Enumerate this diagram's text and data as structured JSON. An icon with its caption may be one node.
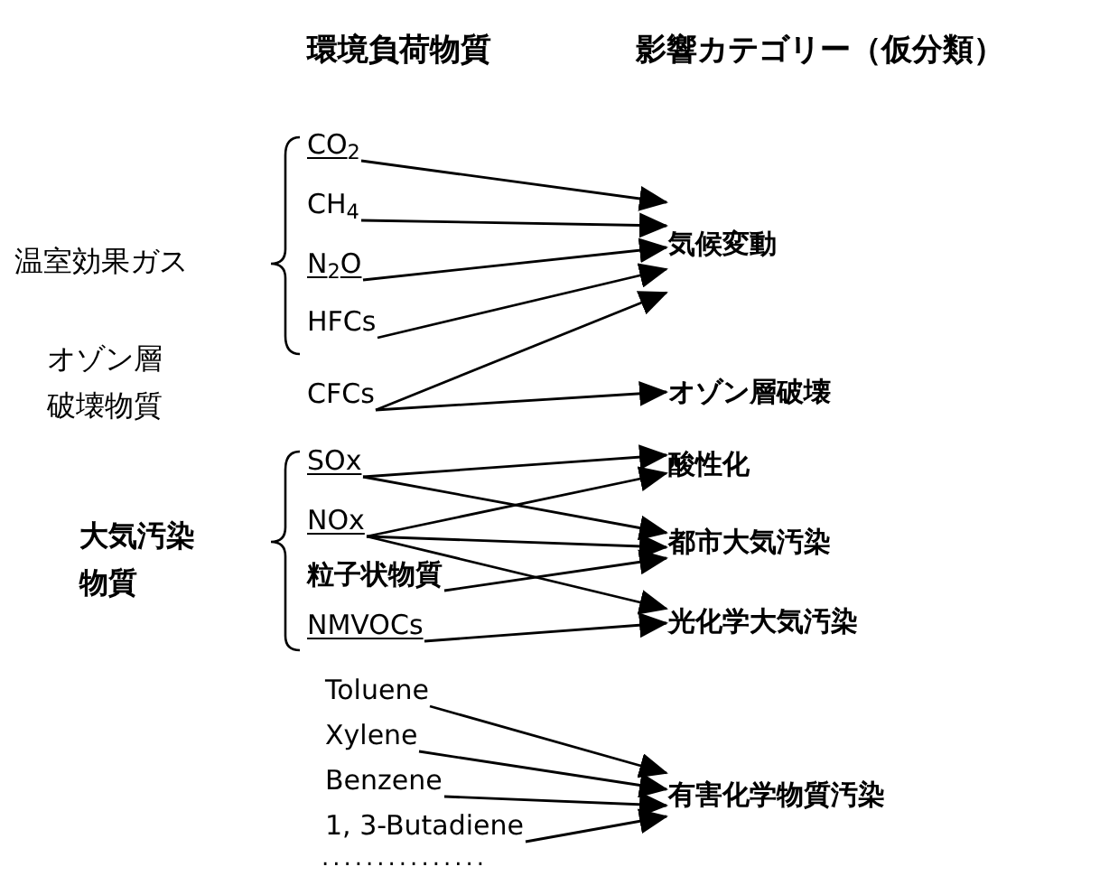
{
  "diagram": {
    "nodes": [
      {
        "text": [
          "CO$_{2}$"
        ]
      },
      {
        "text": [
          "CH$_{4}$"
        ]
      },
      {
        "text": [
          "N$_{2}$O"
        ]
      },
      {
        "text": [
          "HFCs"
        ]
      },
      {
        "text": [
          "CFCs"
        ]
      },
      {
        "text": [
          "SOx"
        ]
      },
      {
        "text": [
          "NOx"
        ]
      },
      {
        "text": [
          "粒子状物質"
        ]
      },
      {
        "text": [
          "NMVOCs"
        ]
      },
      {
        "text": [
          "Toluene"
        ]
      },
      {
        "text": [
          "Xylene"
        ]
      },
      {
        "text": [
          "Benzene"
        ]
      },
      {
        "text": [
          "1, 3-Butadiene"
        ]
      },
      {
        "text": [
          "気候変動"
        ]
      },
      {
        "text": [
          "オゾン層破壊"
        ]
      },
      {
        "text": [
          "酸性化"
        ]
      },
      {
        "text": [
          "都市大気汚染"
        ]
      },
      {
        "text": [
          "光化学大気汚染"
        ]
      },
      {
        "text": [
          "有害化学物質汚染"
        ]
      }
    ],
    "edges": [
      {
        "from": 0,
        "to": 13,
        "arrow": "to"
      },
      {
        "from": 1,
        "to": 13,
        "arrow": "to"
      },
      {
        "from": 2,
        "to": 13,
        "arrow": "to"
      },
      {
        "from": 3,
        "to": 13,
        "arrow": "to"
      },
      {
        "from": 4,
        "to": 13,
        "arrow": "to"
      },
      {
        "from": 4,
        "to": 14,
        "arrow": "to"
      },
      {
        "from": 5,
        "to": 15,
        "arrow": "to"
      },
      {
        "from": 5,
        "to": 16,
        "arrow": "to"
      },
      {
        "from": 6,
        "to": 15,
        "arrow": "to"
      },
      {
        "from": 6,
        "to": 16,
        "arrow": "to"
      },
      {
        "from": 6,
        "to": 17,
        "arrow": "to"
      },
      {
        "from": 7,
        "to": 16,
        "arrow": "to"
      },
      {
        "from": 8,
        "to": 17,
        "arrow": "to"
      },
      {
        "from": 9,
        "to": 18,
        "arrow": "to"
      },
      {
        "from": 10,
        "to": 18,
        "arrow": "to"
      },
      {
        "from": 11,
        "to": 18,
        "arrow": "to"
      },
      {
        "from": 12,
        "to": 18,
        "arrow": "to"
      }
    ],
    "labels": [
      "環境負荷物質",
      "影響カテゴリー（仮分類）",
      "温室効果ガス",
      "オゾン層破壊物質",
      "大気汚染物質",
      "..............."
    ]
  }
}
